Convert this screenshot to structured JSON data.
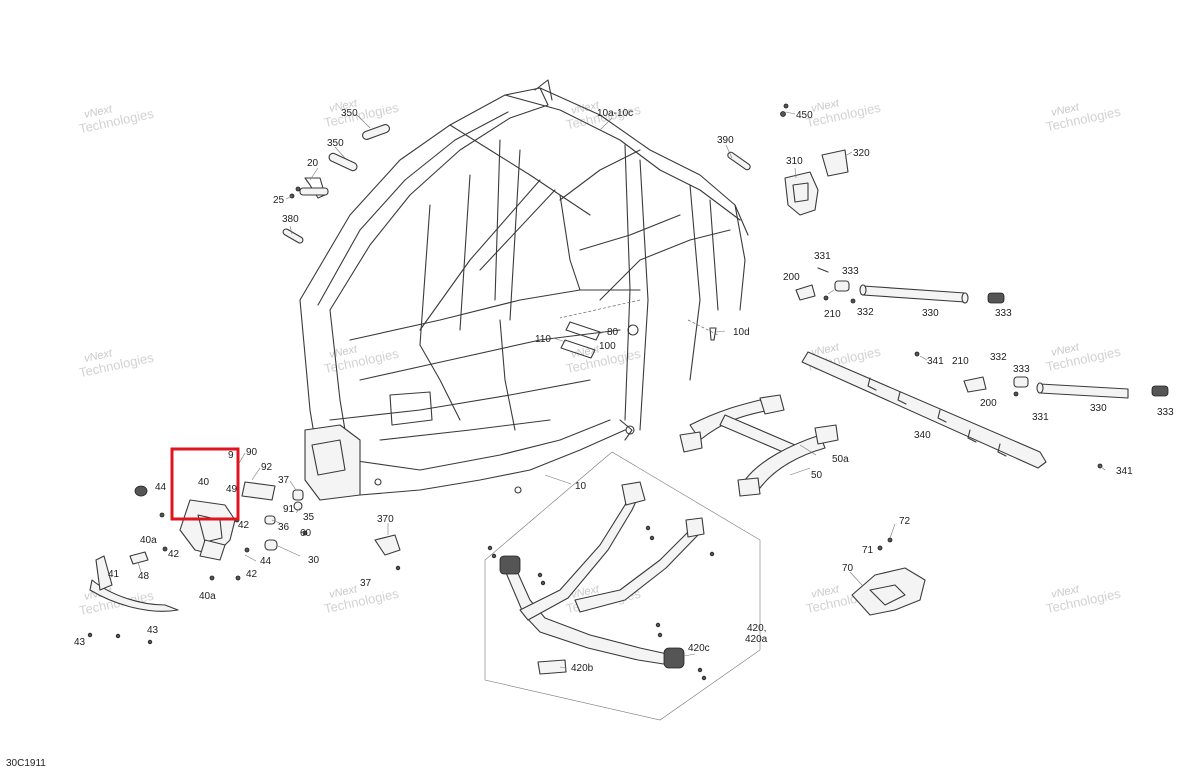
{
  "watermark": {
    "line1": "vNext",
    "line2": "Technologies"
  },
  "reference_code": "30C1911",
  "callouts": [
    {
      "id": "c-450",
      "label": "450"
    },
    {
      "id": "c-10a-10c",
      "label": "10a-10c"
    },
    {
      "id": "c-350a",
      "label": "350"
    },
    {
      "id": "c-350b",
      "label": "350"
    },
    {
      "id": "c-20",
      "label": "20"
    },
    {
      "id": "c-25",
      "label": "25"
    },
    {
      "id": "c-380",
      "label": "380"
    },
    {
      "id": "c-390",
      "label": "390"
    },
    {
      "id": "c-310",
      "label": "310"
    },
    {
      "id": "c-320",
      "label": "320"
    },
    {
      "id": "c-331a",
      "label": "331"
    },
    {
      "id": "c-333a",
      "label": "333"
    },
    {
      "id": "c-200a",
      "label": "200"
    },
    {
      "id": "c-210a",
      "label": "210"
    },
    {
      "id": "c-332a",
      "label": "332"
    },
    {
      "id": "c-330a",
      "label": "330"
    },
    {
      "id": "c-333b",
      "label": "333"
    },
    {
      "id": "c-10d",
      "label": "10d"
    },
    {
      "id": "c-80",
      "label": "80"
    },
    {
      "id": "c-110",
      "label": "110"
    },
    {
      "id": "c-100",
      "label": "100"
    },
    {
      "id": "c-341a",
      "label": "341"
    },
    {
      "id": "c-210b",
      "label": "210"
    },
    {
      "id": "c-332b",
      "label": "332"
    },
    {
      "id": "c-333c",
      "label": "333"
    },
    {
      "id": "c-200b",
      "label": "200"
    },
    {
      "id": "c-331b",
      "label": "331"
    },
    {
      "id": "c-330b",
      "label": "330"
    },
    {
      "id": "c-333d",
      "label": "333"
    },
    {
      "id": "c-340",
      "label": "340"
    },
    {
      "id": "c-341b",
      "label": "341"
    },
    {
      "id": "c-50a",
      "label": "50a"
    },
    {
      "id": "c-50",
      "label": "50"
    },
    {
      "id": "c-10",
      "label": "10"
    },
    {
      "id": "c-90",
      "label": "90"
    },
    {
      "id": "c-9",
      "label": "9"
    },
    {
      "id": "c-92",
      "label": "92"
    },
    {
      "id": "c-40",
      "label": "40"
    },
    {
      "id": "c-49",
      "label": "49"
    },
    {
      "id": "c-44a",
      "label": "44"
    },
    {
      "id": "c-37a",
      "label": "37"
    },
    {
      "id": "c-91",
      "label": "91"
    },
    {
      "id": "c-35",
      "label": "35"
    },
    {
      "id": "c-42a",
      "label": "42"
    },
    {
      "id": "c-36",
      "label": "36"
    },
    {
      "id": "c-60",
      "label": "60"
    },
    {
      "id": "c-40a-a",
      "label": "40a"
    },
    {
      "id": "c-42b",
      "label": "42"
    },
    {
      "id": "c-44b",
      "label": "44"
    },
    {
      "id": "c-30",
      "label": "30"
    },
    {
      "id": "c-48",
      "label": "48"
    },
    {
      "id": "c-42c",
      "label": "42"
    },
    {
      "id": "c-41",
      "label": "41"
    },
    {
      "id": "c-40a-b",
      "label": "40a"
    },
    {
      "id": "c-43a",
      "label": "43"
    },
    {
      "id": "c-43b",
      "label": "43"
    },
    {
      "id": "c-370",
      "label": "370"
    },
    {
      "id": "c-37b",
      "label": "37"
    },
    {
      "id": "c-72",
      "label": "72"
    },
    {
      "id": "c-71",
      "label": "71"
    },
    {
      "id": "c-70",
      "label": "70"
    },
    {
      "id": "c-420",
      "label": "420,"
    },
    {
      "id": "c-420a",
      "label": "420a"
    },
    {
      "id": "c-420c",
      "label": "420c"
    },
    {
      "id": "c-420b",
      "label": "420b"
    }
  ]
}
